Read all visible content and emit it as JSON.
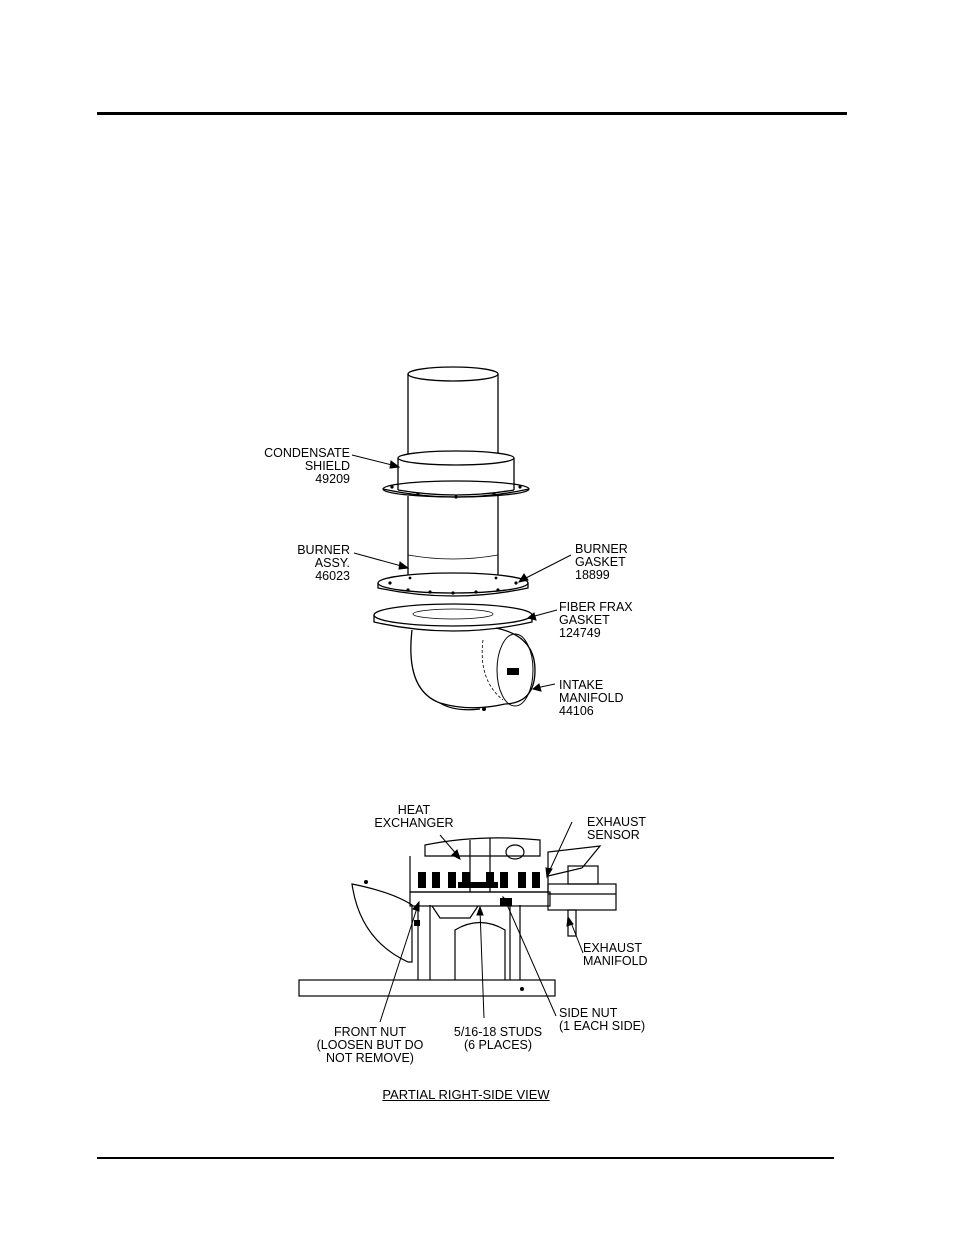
{
  "figure1": {
    "labels": {
      "condensate_shield": "CONDENSATE\nSHIELD\n49209",
      "burner_assy": "BURNER\nASSY.\n46023",
      "burner_gasket": "BURNER\nGASKET\n18899",
      "fiber_frax": "FIBER FRAX\nGASKET\n124749",
      "intake_manifold": "INTAKE\nMANIFOLD\n44106"
    }
  },
  "figure2": {
    "labels": {
      "heat_exchanger": "HEAT\nEXCHANGER",
      "exhaust_sensor": "EXHAUST\nSENSOR",
      "exhaust_manifold": "EXHAUST\nMANIFOLD",
      "side_nut": "SIDE NUT\n(1 EACH SIDE)",
      "studs": "5/16-18 STUDS\n(6 PLACES)",
      "front_nut": "FRONT NUT\n(LOOSEN BUT DO\nNOT REMOVE)"
    },
    "title": "PARTIAL RIGHT-SIDE VIEW"
  }
}
